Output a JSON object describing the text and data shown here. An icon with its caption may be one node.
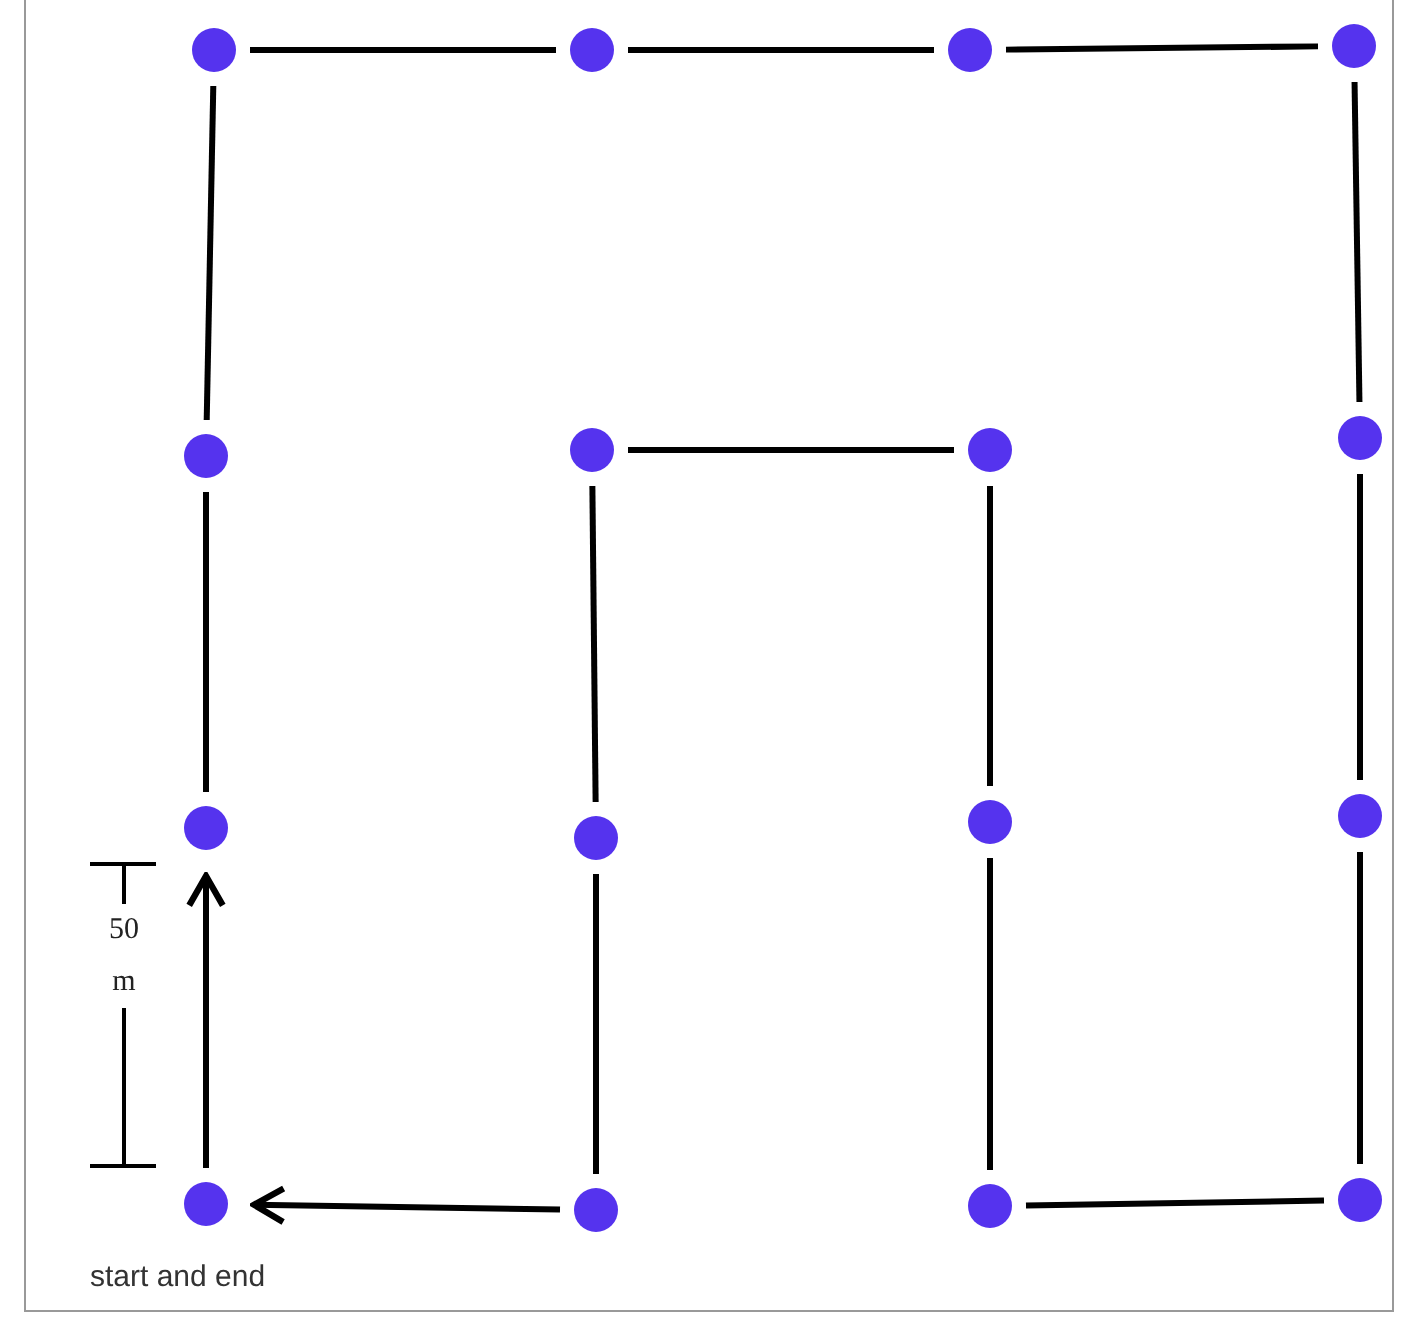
{
  "diagram": {
    "nodes": [
      {
        "text": [],
        "shape": "circle"
      },
      {
        "text": [],
        "shape": "circle"
      },
      {
        "text": [],
        "shape": "circle"
      },
      {
        "text": [],
        "shape": "circle"
      },
      {
        "text": [],
        "shape": "circle"
      },
      {
        "text": [],
        "shape": "circle"
      },
      {
        "text": [],
        "shape": "circle"
      },
      {
        "text": [],
        "shape": "circle"
      },
      {
        "text": [],
        "shape": "circle"
      },
      {
        "text": [],
        "shape": "circle"
      },
      {
        "text": [],
        "shape": "circle"
      },
      {
        "text": [],
        "shape": "circle"
      },
      {
        "text": [],
        "shape": "circle",
        "beside": [
          "start and end"
        ]
      },
      {
        "text": [],
        "shape": "circle"
      },
      {
        "text": [],
        "shape": "circle"
      },
      {
        "text": [],
        "shape": "circle"
      }
    ],
    "edges": [
      {
        "from": 0,
        "to": 1,
        "arrow": "none"
      },
      {
        "from": 1,
        "to": 2,
        "arrow": "none"
      },
      {
        "from": 2,
        "to": 3,
        "arrow": "none"
      },
      {
        "from": 0,
        "to": 4,
        "arrow": "none"
      },
      {
        "from": 3,
        "to": 7,
        "arrow": "none"
      },
      {
        "from": 5,
        "to": 6,
        "arrow": "none"
      },
      {
        "from": 4,
        "to": 8,
        "arrow": "none"
      },
      {
        "from": 5,
        "to": 9,
        "arrow": "none"
      },
      {
        "from": 6,
        "to": 10,
        "arrow": "none"
      },
      {
        "from": 7,
        "to": 11,
        "arrow": "none"
      },
      {
        "from": 12,
        "to": 8,
        "arrow": "to"
      },
      {
        "from": 9,
        "to": 13,
        "arrow": "none"
      },
      {
        "from": 10,
        "to": 14,
        "arrow": "none"
      },
      {
        "from": 11,
        "to": 15,
        "arrow": "none"
      },
      {
        "from": 13,
        "to": 12,
        "arrow": "to"
      },
      {
        "from": 14,
        "to": 15,
        "arrow": "none"
      }
    ],
    "labels": [
      "50 m"
    ]
  }
}
